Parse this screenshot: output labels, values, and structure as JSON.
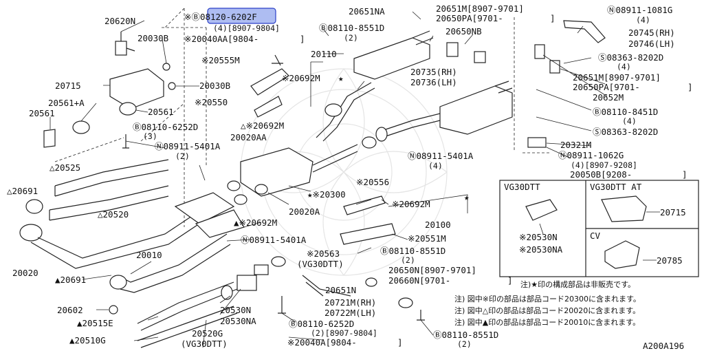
{
  "diagram": {
    "part_labels": {
      "p20620N": "20620N",
      "p20030B_a": "20030B",
      "p20030B_b": "20030B",
      "p20715": "20715",
      "p20561A": "20561+A",
      "p20561_l": "20561",
      "p20561_r": "20561",
      "p08110_6252D_top": "Ⓑ08110-6252D",
      "p08110_6252D_top_qty": "(3)",
      "p08911_5401A_l": "Ⓝ08911-5401A",
      "p08911_5401A_l_qty": "(2)",
      "p20525": "△20525",
      "p20691_l": "△20691",
      "p20520": "△20520",
      "p20020": "20020",
      "p20691_bot": "▲20691",
      "p20010": "20010",
      "p20602": "20602",
      "p20515E": "▲20515E",
      "p20510G": "▲20510G",
      "p08120_6202F": "※Ⓑ08120-6202F",
      "p08120_6202F_qty": "(4)[8907-9804]",
      "p20040AA": "※20040AA[9804-",
      "p20040AA_end": "]",
      "p20555M": "※20555M",
      "p20550": "※20550",
      "p20692M_top": "△※20692M",
      "p20020AA": "20020AA",
      "p08110_8551D_top": "Ⓑ08110-8551D",
      "p08110_8551D_top_qty": "(2)",
      "p20110": "20110",
      "p20692M_mid": "※20692M",
      "p20651NA": "20651NA",
      "p20651M_top": "20651M[8907-9701]",
      "p20650PA_top": "20650PA[9701-",
      "p20650PA_top_end": "]",
      "p20650NB": "20650NB",
      "p20735RH": "20735(RH)",
      "p20736LH": "20736(LH)",
      "p08911_1081G": "Ⓝ08911-1081G",
      "p08911_1081G_qty": "(4)",
      "p20745RH": "20745(RH)",
      "p20746LH": "20746(LH)",
      "p08363_8202D_a": "Ⓢ08363-8202D",
      "p08363_8202D_a_qty": "(4)",
      "p20651M_mid": "20651M[8907-9701]",
      "p20650PA_mid": "20650PA[9701-",
      "p20650PA_mid_end": "]",
      "p20652M": "20652M",
      "p08110_8451D": "Ⓑ08110-8451D",
      "p08110_8451D_qty": "(4)",
      "p08363_8202D_b": "Ⓢ08363-8202D",
      "p20321M": "20321M",
      "p08911_1062G": "Ⓝ08911-1062G",
      "p08911_1062G_qty": "(4)[8907-9208]",
      "p20050B": "20050B[9208-",
      "p20050B_end": "]",
      "p08911_5401A_r": "Ⓝ08911-5401A",
      "p08911_5401A_r_qty": "(4)",
      "p20300": "★※20300",
      "p20556": "※20556",
      "p20692M_r": "※20692M",
      "p20100": "20100",
      "p20020A": "20020A",
      "p20692M_low": "▲※20692M",
      "p08911_5401A_m": "Ⓝ08911-5401A",
      "p20551M": "※20551M",
      "p20563": "※20563",
      "p20563_note": "(VG30DTT)",
      "p08110_8551D_mid": "Ⓑ08110-8551D",
      "p08110_8551D_mid_qty": "(2)",
      "p20650N": "20650N[8907-9701]",
      "p20660N": "20660N[9701-",
      "p20660N_end": "]",
      "p20651N": "20651N",
      "p20721M": "20721M(RH)",
      "p20722M": "20722M(LH)",
      "p20530N": "20530N",
      "p20530NA": "20530NA",
      "p20520G": "20520G",
      "p20520G_note": "(VG30DTT)",
      "p08110_6252D_bot": "Ⓑ08110-6252D",
      "p08110_6252D_bot_qty": "(2)[8907-9804]",
      "p20040A": "※20040A[9804-",
      "p20040A_end": "]",
      "p08110_8551D_bot": "Ⓑ08110-8551D",
      "p08110_8551D_bot_qty": "(2)"
    },
    "inset_boxes": {
      "vg30dtt_title": "VG30DTT",
      "vg30dtt_l1": "※20530N",
      "vg30dtt_l2": "※20530NA",
      "vg30dttat_title": "VG30DTT AT",
      "vg30dttat_l1": "20715",
      "cv_title": "CV",
      "cv_l1": "20785"
    },
    "notes": {
      "n1": "注)★印の構成部品は非販売です。",
      "n2": "注) 図中※印の部品は部品コード20300に含まれます。",
      "n3": "注) 図中△印の部品は部品コード20020に含まれます。",
      "n4": "注) 図中▲印の部品は部品コード20010に含まれます。"
    },
    "diagram_code": "A200A196",
    "highlight_color": "#aebdf2"
  }
}
